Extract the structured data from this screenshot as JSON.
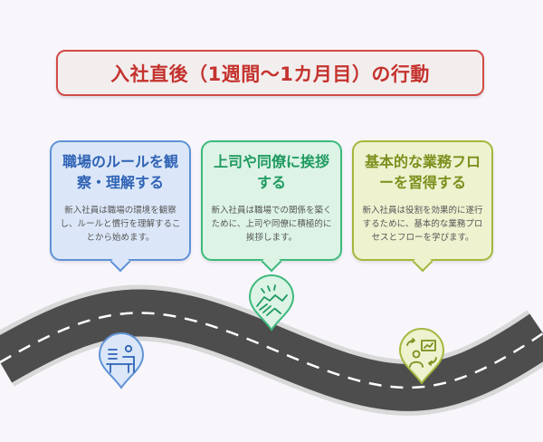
{
  "title": "入社直後（1週間〜1カ月目）の行動",
  "steps": [
    {
      "heading": "職場のルールを観察・理解する",
      "body": "新入社員は職場の環境を観察し、ルールと慣行を理解することから始めます。",
      "icon": "desk-person-icon",
      "color": "#5f92d6"
    },
    {
      "heading": "上司や同僚に挨拶する",
      "body": "新入社員は職場での関係を築くために、上司や同僚に積極的に挨拶します。",
      "icon": "handshake-icon",
      "color": "#3dba7b"
    },
    {
      "heading": "基本的な業務フローを習得する",
      "body": "新入社員は役割を効果的に遂行するために、基本的な業務プロセスとフローを学びます。",
      "icon": "presentation-training-icon",
      "color": "#a4b83e"
    }
  ],
  "colors": {
    "title_border": "#d24a45",
    "title_text": "#c4332e",
    "road": "#4d4d4d",
    "road_edge": "#d9d9d9",
    "road_dash": "#ffffff"
  }
}
